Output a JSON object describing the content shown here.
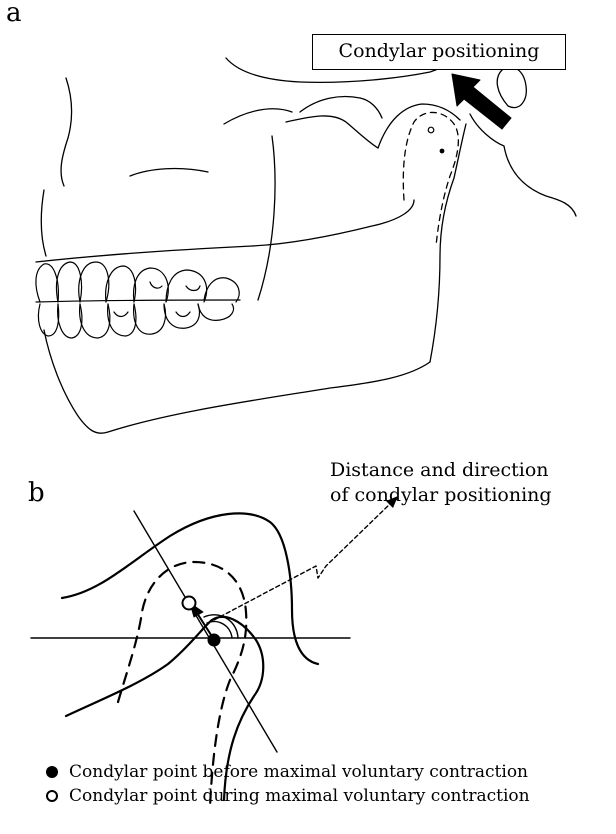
{
  "panel_a": {
    "label": "a",
    "callout": "Condylar positioning"
  },
  "panel_b": {
    "label": "b",
    "annotation_line1": "Distance and direction",
    "annotation_line2": "of condylar positioning"
  },
  "legend": {
    "before": "Condylar point before maximal voluntary contraction",
    "during": "Condylar point during maximal voluntary contraction"
  }
}
